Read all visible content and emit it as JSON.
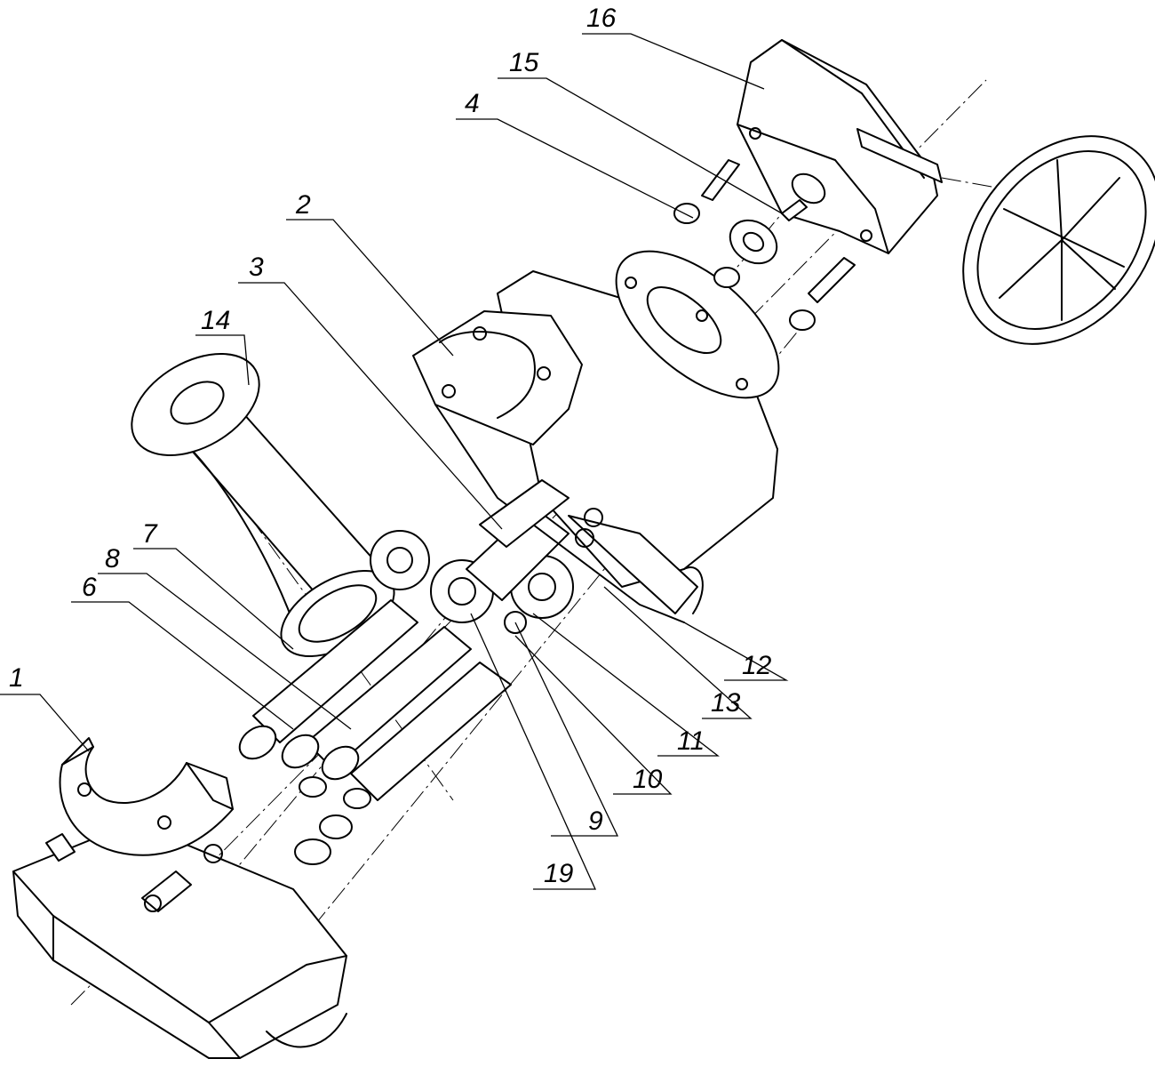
{
  "labels": [
    "1",
    "2",
    "3",
    "4",
    "6",
    "7",
    "8",
    "9",
    "10",
    "11",
    "12",
    "13",
    "14",
    "15",
    "16",
    "19"
  ]
}
